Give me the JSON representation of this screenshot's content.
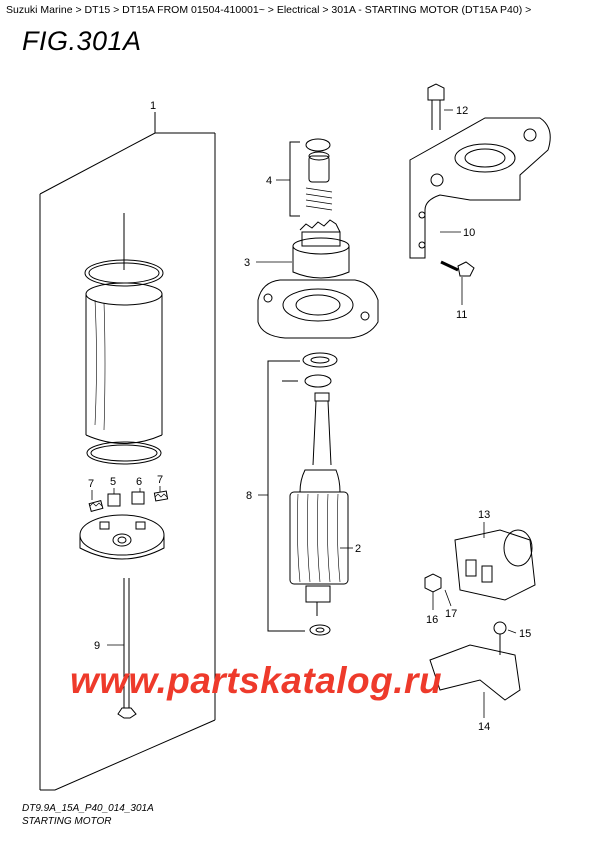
{
  "breadcrumb": {
    "items": [
      "Suzuki Marine",
      "DT15",
      "DT15A FROM 01504-410001~",
      "Electrical",
      "301A - STARTING MOTOR (DT15A P40)"
    ],
    "separator": " > ",
    "trailing": " >"
  },
  "figure": {
    "title": "FIG.301A",
    "code": "DT9.9A_15A_P40_014_301A",
    "caption": "STARTING MOTOR"
  },
  "watermark": "www.partskatalog.ru",
  "callouts": [
    "1",
    "2",
    "3",
    "4",
    "5",
    "6",
    "7",
    "7",
    "8",
    "9",
    "10",
    "11",
    "12",
    "13",
    "14",
    "15",
    "16",
    "17"
  ],
  "colors": {
    "line": "#000000",
    "watermark": "#ee3a2b"
  }
}
